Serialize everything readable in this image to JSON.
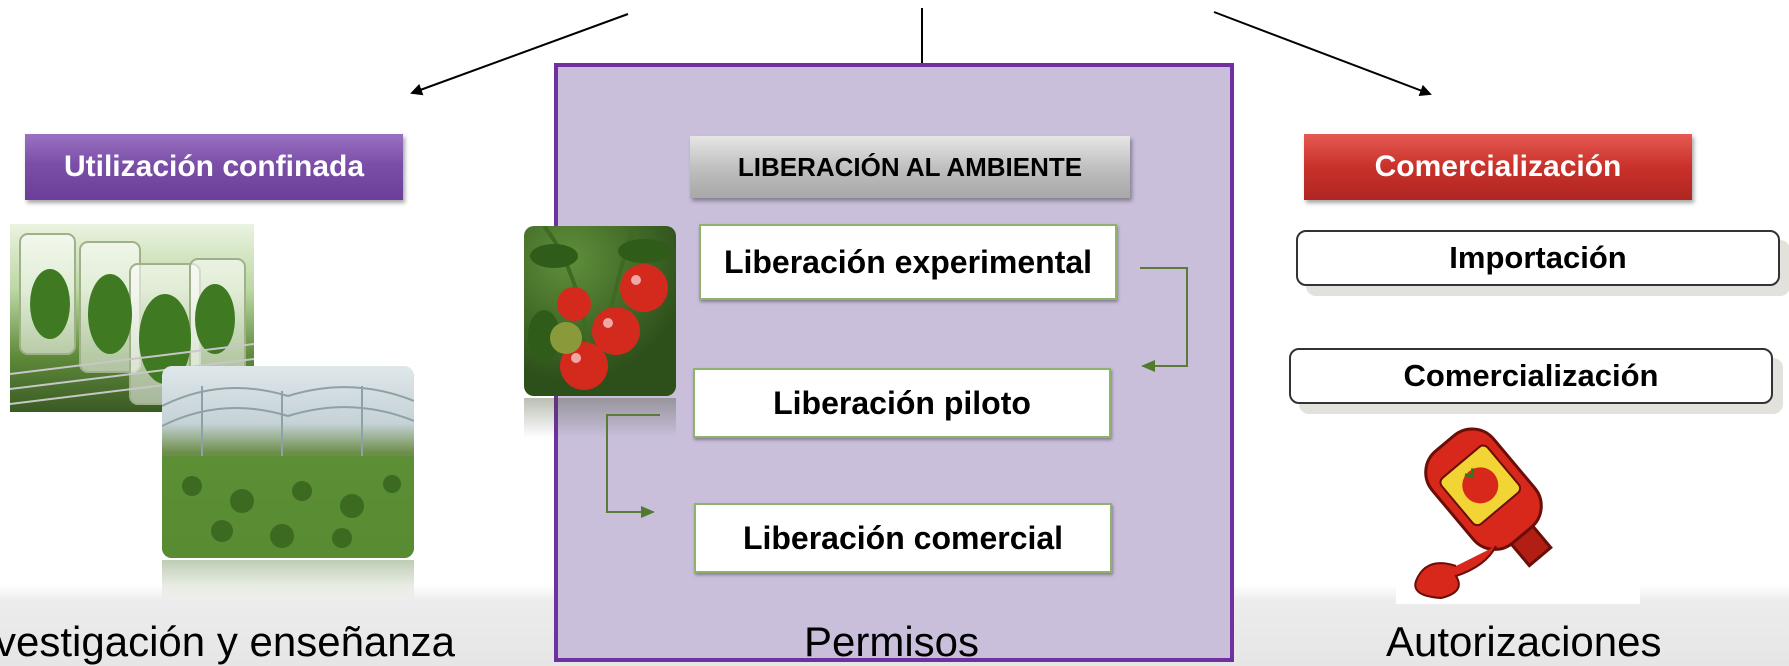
{
  "left": {
    "header": "Utilización confinada",
    "caption": "Investigación y enseñanza"
  },
  "center": {
    "header": "LIBERACIÓN AL AMBIENTE",
    "steps": [
      "Liberación experimental",
      "Liberación piloto",
      "Liberación comercial"
    ],
    "caption": "Permisos"
  },
  "right": {
    "header": "Comercialización",
    "items": [
      "Importación",
      "Comercialización"
    ],
    "caption": "Autorizaciones"
  },
  "colors": {
    "purple": "#7030a0",
    "panel": "#c9bfdb",
    "red": "#c0302a",
    "box_border": "#8fb36b",
    "connector": "#5a7a3a"
  },
  "images": [
    "lab-jars-photo",
    "greenhouse-photo",
    "tomatoes-photo",
    "ketchup-bottle-illustration"
  ]
}
